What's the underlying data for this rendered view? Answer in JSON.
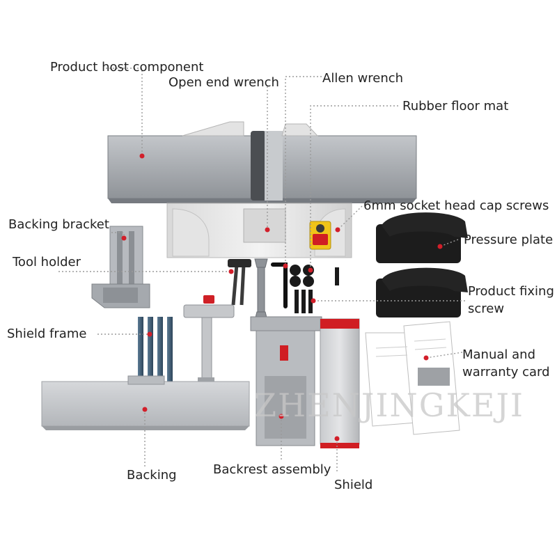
{
  "labels": {
    "host": "Product host component",
    "open_wrench": "Open end wrench",
    "allen_wrench": "Allen wrench",
    "floor_mat": "Rubber floor mat",
    "socket_screws": "6mm socket head cap screws",
    "backing_bracket": "Backing bracket",
    "pressure_plate": "Pressure plate",
    "tool_holder": "Tool holder",
    "fixing_screw": "Product fixing screw",
    "shield_frame": "Shield frame",
    "manual": "Manual and warranty card",
    "backing": "Backing",
    "backrest": "Backrest assembly",
    "shield": "Shield"
  },
  "watermark": "ZHENJINGKEJI",
  "colors": {
    "marker": "#d21f2a",
    "metal": "#a9adb3",
    "body": "#e9e9e9",
    "dark": "#1c1c1c",
    "blue_steel": "#3d5a72"
  }
}
